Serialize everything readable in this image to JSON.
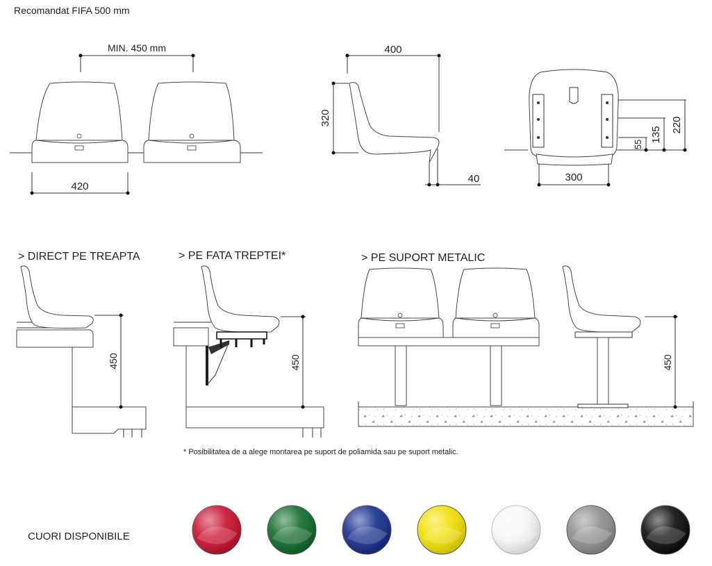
{
  "header": {
    "recommendation": "Recomandat FIFA 500 mm"
  },
  "dimensions": {
    "min_spacing": "MIN. 450 mm",
    "seat_width": "420",
    "depth": "400",
    "height": "320",
    "lip": "40",
    "rear_width": "300",
    "hole_55": "55",
    "hole_135": "135",
    "hole_220": "220",
    "mount_height": "450"
  },
  "mounting": {
    "direct": "> DIRECT PE TREAPTA",
    "front": "> PE FATA TREPTEI*",
    "metal": "> PE SUPORT METALIC",
    "footnote": "* Posibilitatea de a alege montarea pe suport de poliamida sau pe suport metalic."
  },
  "colors": {
    "label": "CUORI DISPONIBILE",
    "swatches": [
      {
        "name": "red",
        "hex": "#c8102e"
      },
      {
        "name": "green",
        "hex": "#0f6a2c"
      },
      {
        "name": "blue",
        "hex": "#162e8c"
      },
      {
        "name": "yellow",
        "hex": "#f2df00"
      },
      {
        "name": "white",
        "hex": "#f7f7f7"
      },
      {
        "name": "grey",
        "hex": "#8e8e8e"
      },
      {
        "name": "black",
        "hex": "#0c0c0c"
      }
    ]
  }
}
